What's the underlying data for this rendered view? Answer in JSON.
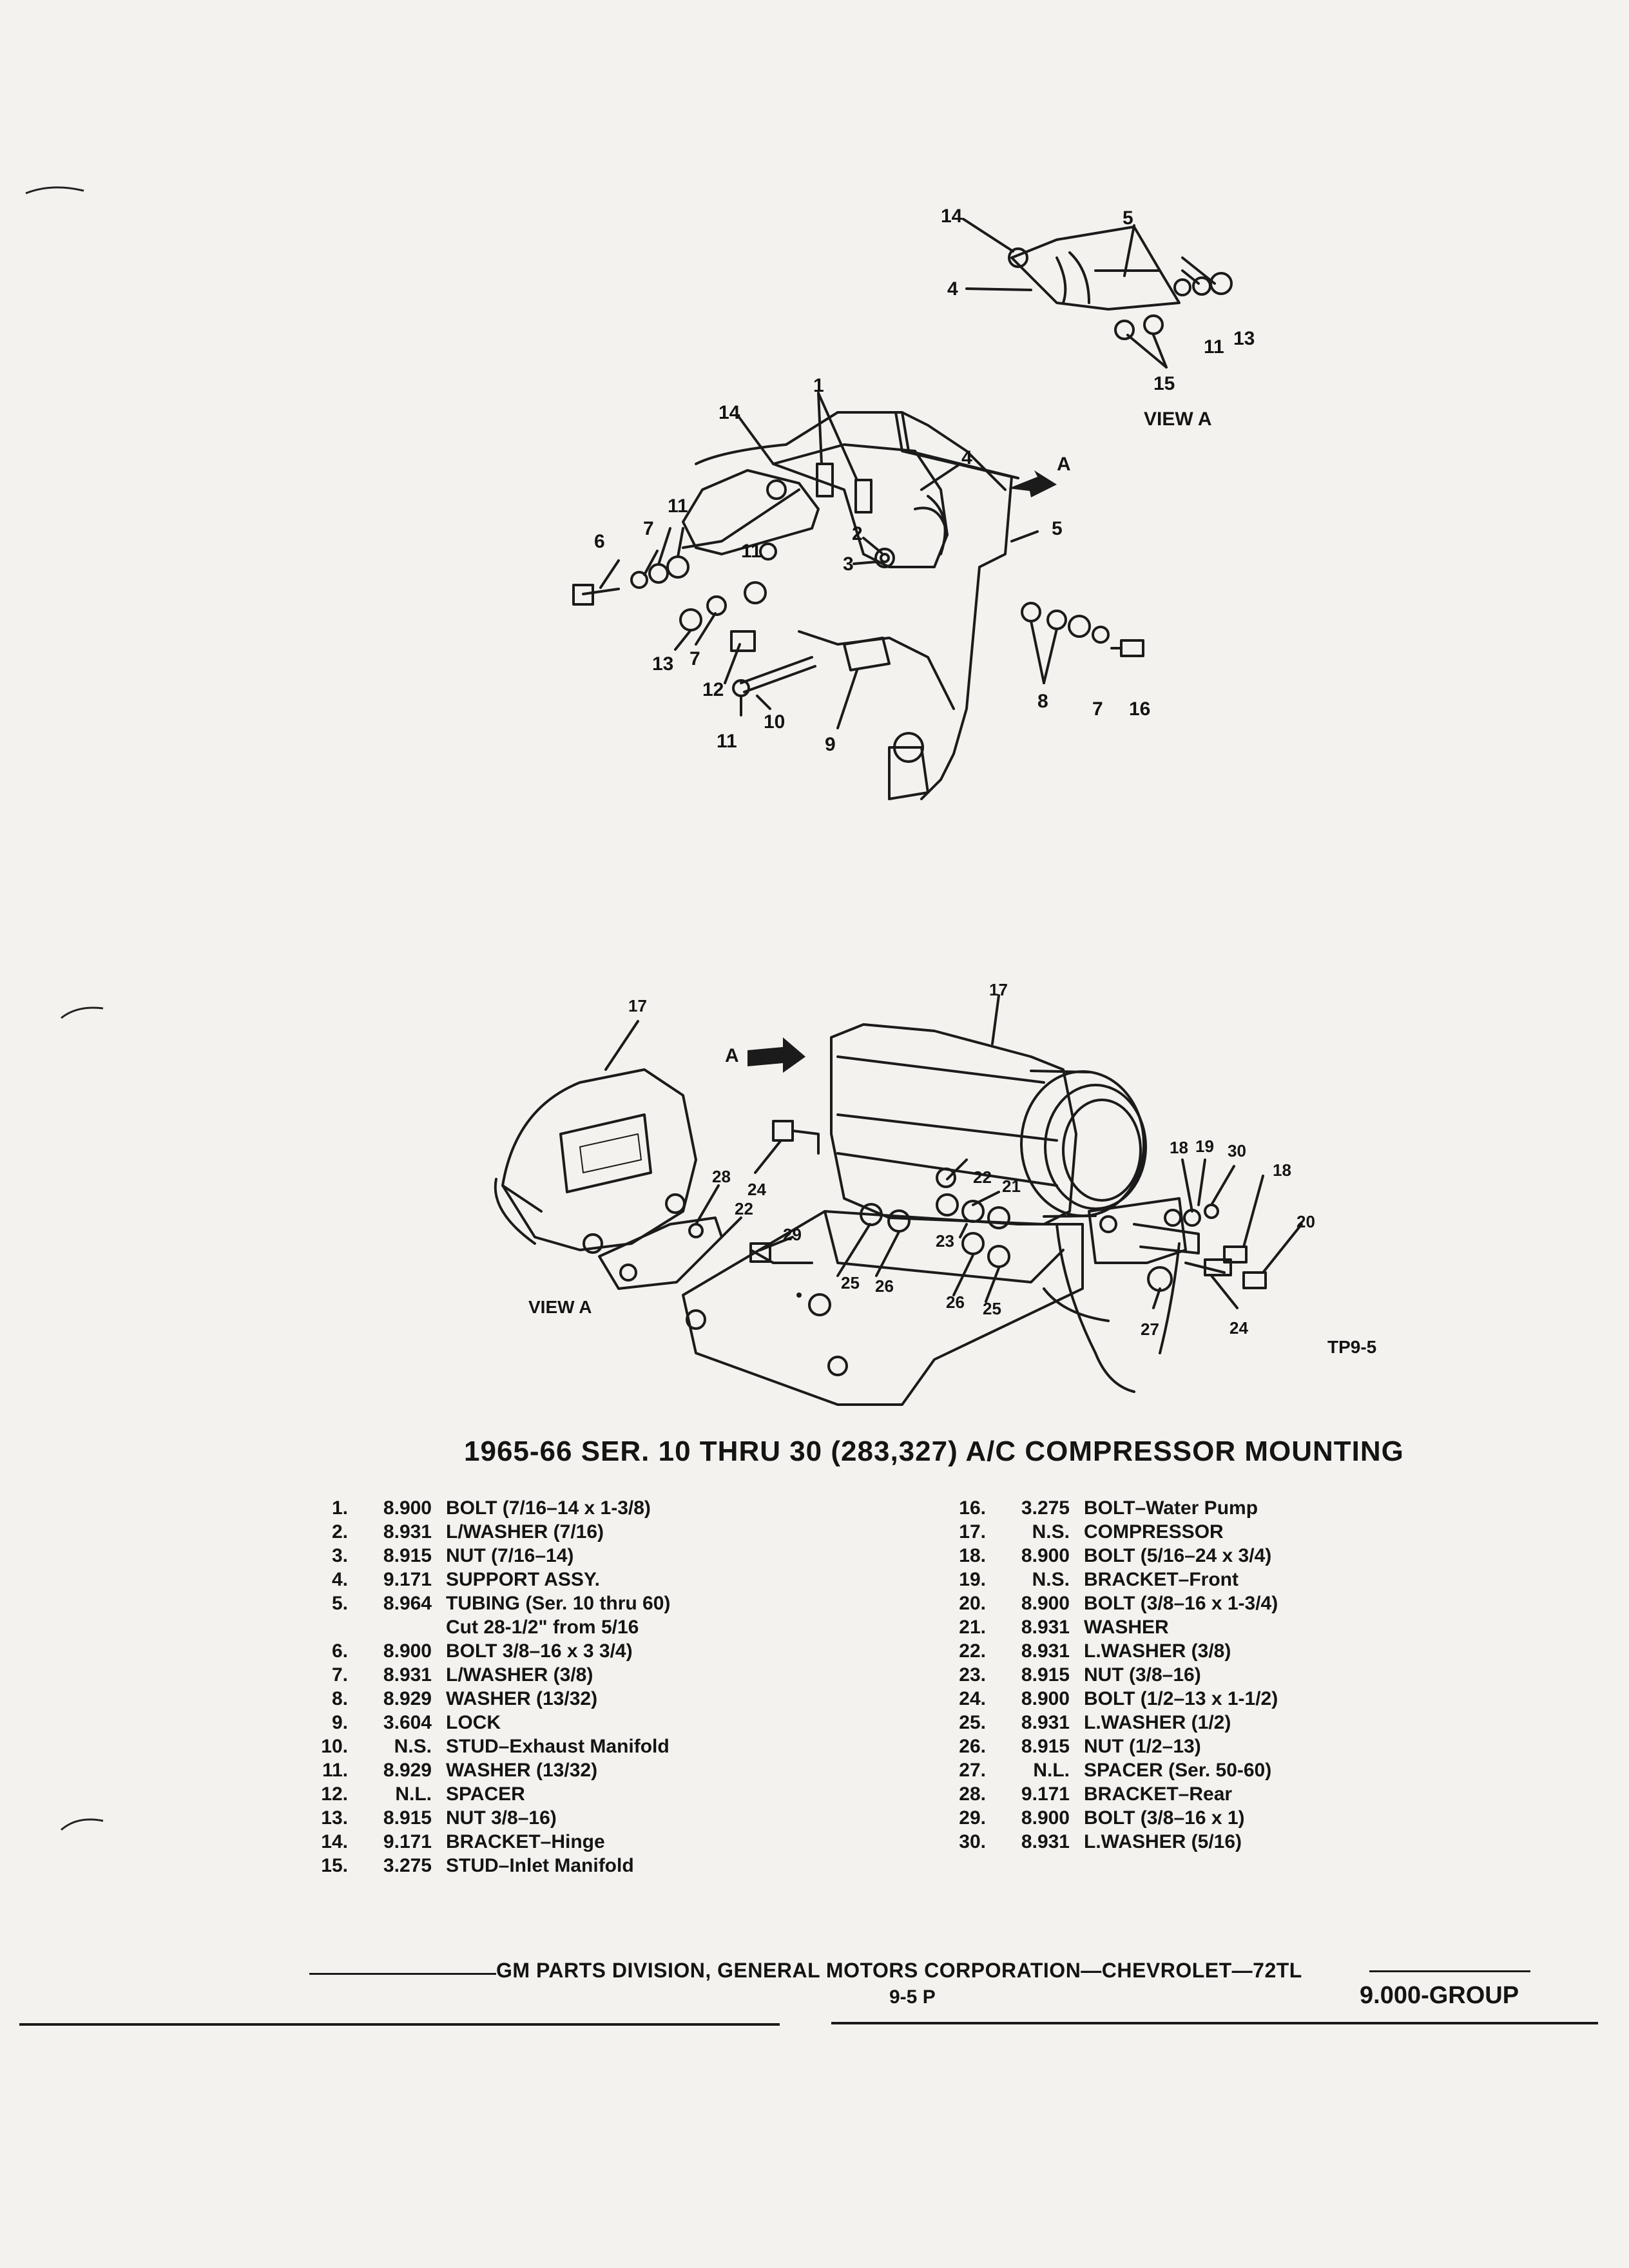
{
  "diagram1": {
    "view_label": "VIEW A",
    "arrow_label": "A",
    "callouts": [
      "14",
      "5",
      "4",
      "11",
      "13",
      "15",
      "1",
      "14",
      "4",
      "6",
      "7",
      "11",
      "11",
      "2",
      "3",
      "5",
      "13",
      "7",
      "12",
      "11",
      "10",
      "9",
      "8",
      "7",
      "16"
    ]
  },
  "diagram2": {
    "view_label": "VIEW A",
    "arrow_label": "A",
    "figure_code": "TP9-5",
    "callouts": [
      "17",
      "17",
      "28",
      "22",
      "24",
      "29",
      "21",
      "22",
      "23",
      "25",
      "26",
      "26",
      "25",
      "18",
      "19",
      "30",
      "18",
      "20",
      "27",
      "24"
    ]
  },
  "title": "1965-66 SER. 10 THRU 30 (283,327) A/C COMPRESSOR MOUNTING",
  "parts_left": [
    {
      "num": "1.",
      "code": "8.900",
      "desc": "BOLT (7/16–14 x 1-3/8)"
    },
    {
      "num": "2.",
      "code": "8.931",
      "desc": "L/WASHER (7/16)"
    },
    {
      "num": "3.",
      "code": "8.915",
      "desc": "NUT (7/16–14)"
    },
    {
      "num": "4.",
      "code": "9.171",
      "desc": "SUPPORT ASSY."
    },
    {
      "num": "5.",
      "code": "8.964",
      "desc": "TUBING (Ser. 10 thru 60)"
    },
    {
      "num": "",
      "code": "",
      "desc": "Cut 28-1/2\" from 5/16"
    },
    {
      "num": "6.",
      "code": "8.900",
      "desc": "BOLT 3/8–16 x 3 3/4)"
    },
    {
      "num": "7.",
      "code": "8.931",
      "desc": "L/WASHER (3/8)"
    },
    {
      "num": "8.",
      "code": "8.929",
      "desc": "WASHER (13/32)"
    },
    {
      "num": "9.",
      "code": "3.604",
      "desc": "LOCK"
    },
    {
      "num": "10.",
      "code": "N.S.",
      "desc": "STUD–Exhaust Manifold"
    },
    {
      "num": "11.",
      "code": "8.929",
      "desc": "WASHER (13/32)"
    },
    {
      "num": "12.",
      "code": "N.L.",
      "desc": "SPACER"
    },
    {
      "num": "13.",
      "code": "8.915",
      "desc": "NUT 3/8–16)"
    },
    {
      "num": "14.",
      "code": "9.171",
      "desc": "BRACKET–Hinge"
    },
    {
      "num": "15.",
      "code": "3.275",
      "desc": "STUD–Inlet Manifold"
    }
  ],
  "parts_right": [
    {
      "num": "16.",
      "code": "3.275",
      "desc": "BOLT–Water Pump"
    },
    {
      "num": "17.",
      "code": "N.S.",
      "desc": "COMPRESSOR"
    },
    {
      "num": "18.",
      "code": "8.900",
      "desc": "BOLT (5/16–24 x 3/4)"
    },
    {
      "num": "19.",
      "code": "N.S.",
      "desc": "BRACKET–Front"
    },
    {
      "num": "20.",
      "code": "8.900",
      "desc": "BOLT (3/8–16 x 1-3/4)"
    },
    {
      "num": "21.",
      "code": "8.931",
      "desc": "WASHER"
    },
    {
      "num": "22.",
      "code": "8.931",
      "desc": "L.WASHER (3/8)"
    },
    {
      "num": "23.",
      "code": "8.915",
      "desc": "NUT (3/8–16)"
    },
    {
      "num": "24.",
      "code": "8.900",
      "desc": "BOLT (1/2–13 x 1-1/2)"
    },
    {
      "num": "25.",
      "code": "8.931",
      "desc": "L.WASHER (1/2)"
    },
    {
      "num": "26.",
      "code": "8.915",
      "desc": "NUT (1/2–13)"
    },
    {
      "num": "27.",
      "code": "N.L.",
      "desc": "SPACER (Ser. 50-60)"
    },
    {
      "num": "28.",
      "code": "9.171",
      "desc": "BRACKET–Rear"
    },
    {
      "num": "29.",
      "code": "8.900",
      "desc": "BOLT (3/8–16 x 1)"
    },
    {
      "num": "30.",
      "code": "8.931",
      "desc": "L.WASHER (5/16)"
    }
  ],
  "footer": {
    "text": "GM PARTS DIVISION, GENERAL MOTORS CORPORATION—CHEVROLET—72TL",
    "page": "9-5 P",
    "group": "9.000-GROUP"
  }
}
